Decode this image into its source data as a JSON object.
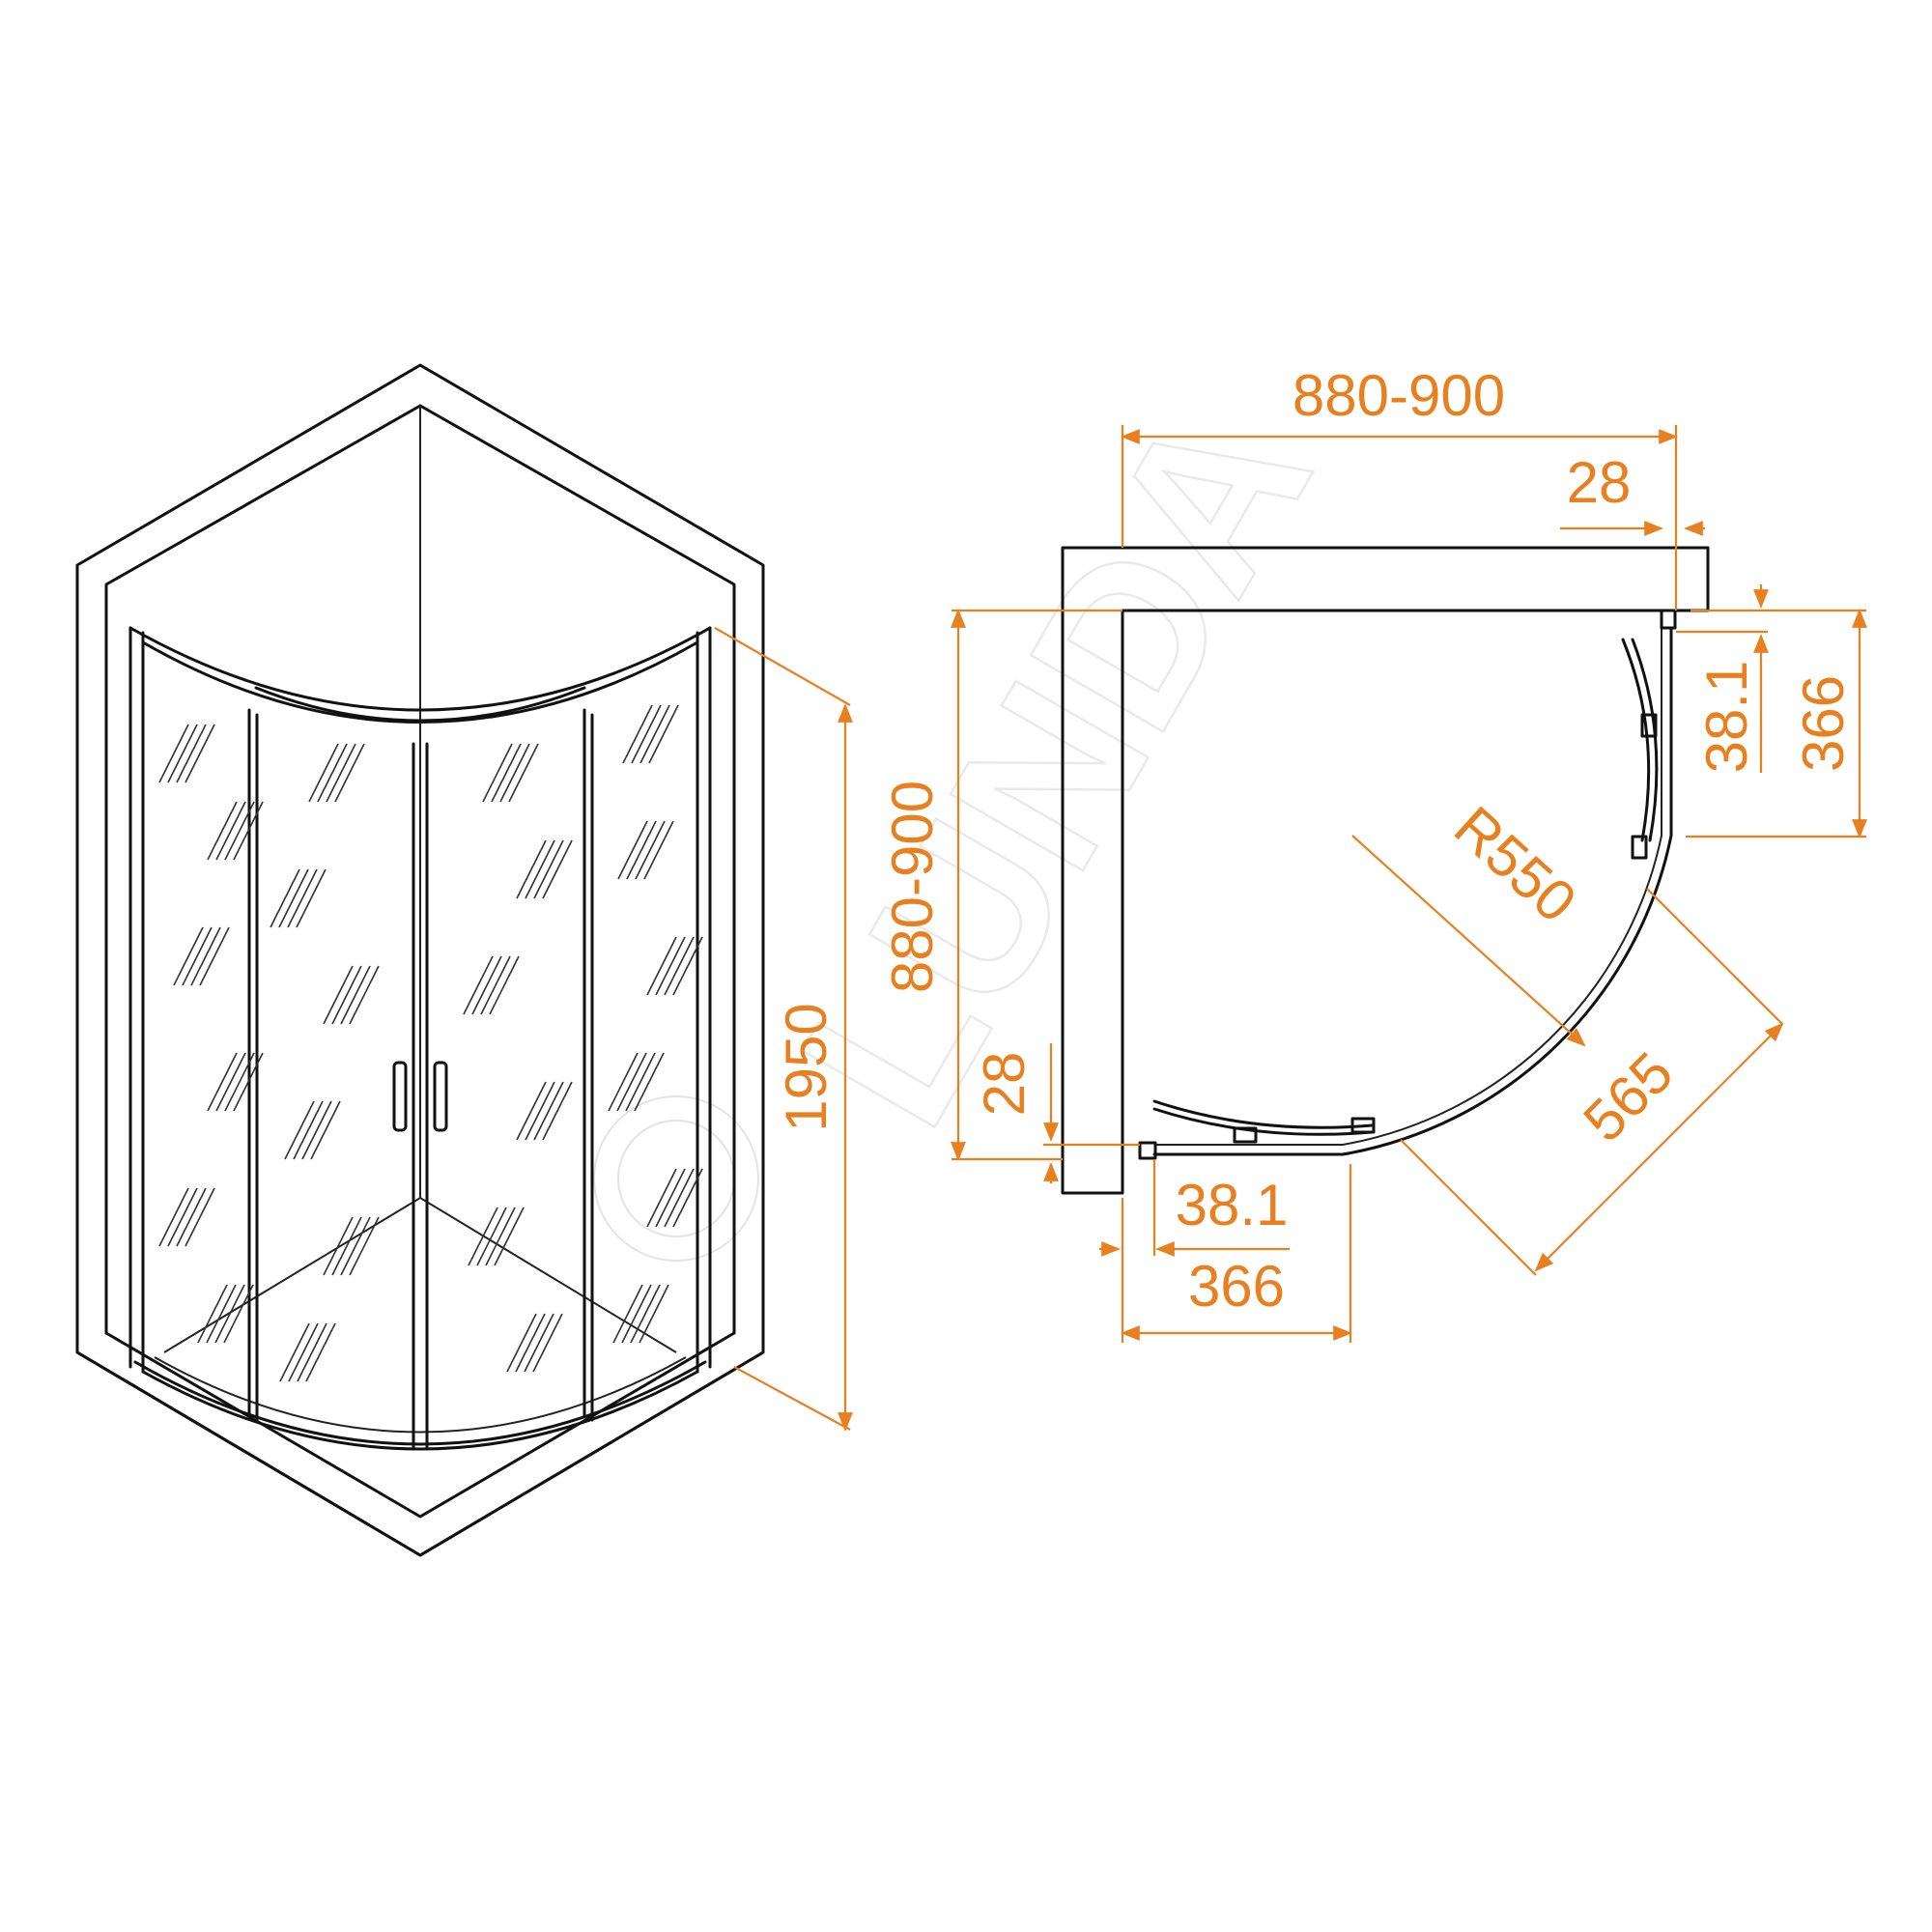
{
  "colors": {
    "line": "#111111",
    "dimension": "#e8801f",
    "watermark": "#dcdcdc",
    "background": "#ffffff"
  },
  "watermark": {
    "text": "LUNDA",
    "copyright_symbol": "©"
  },
  "elevation_view": {
    "height_label": "1950"
  },
  "plan_view": {
    "width_label": "880-900",
    "depth_label": "880-900",
    "wall_thickness_top": "28",
    "wall_thickness_left": "28",
    "radius_label": "R550",
    "door_opening_label": "565",
    "side_panel_right": "366",
    "side_panel_bottom": "366",
    "profile_right": "38.1",
    "profile_bottom": "38.1"
  }
}
